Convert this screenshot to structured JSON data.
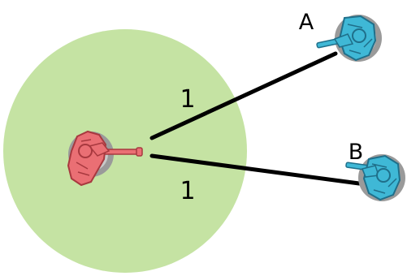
{
  "range_labels": {
    "to_a": "1",
    "to_b": "1"
  },
  "targets": {
    "a": "A",
    "b": "B"
  },
  "colors": {
    "range_zone": "#c5e3a3",
    "base": "#9a9a9a",
    "base_inner": "#c9c9c9",
    "shooter": "#ea6f74",
    "shooter_dark": "#a8393f",
    "target": "#3fb8d6",
    "target_dark": "#1f6f8a",
    "line": "#000000"
  }
}
